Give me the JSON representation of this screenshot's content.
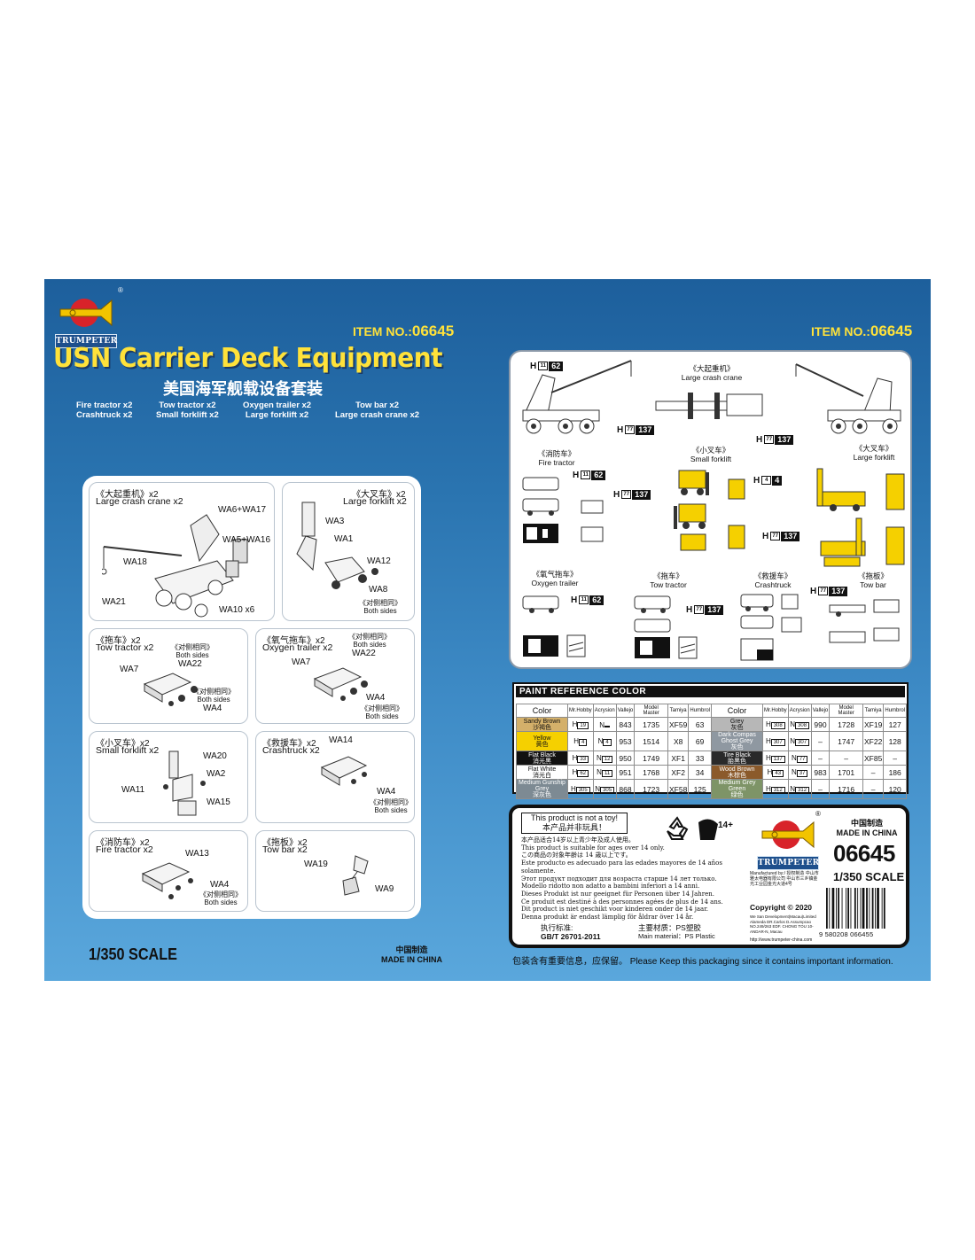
{
  "brand": {
    "name": "TRUMPETER",
    "reg": "®"
  },
  "item": {
    "label": "ITEM NO.:",
    "number": "06645"
  },
  "title": {
    "en": "USN Carrier Deck Equipment",
    "cn": "美国海军舰载设备套装"
  },
  "contents": [
    {
      "line1": "Fire tractor x2",
      "line2": "Crashtruck x2"
    },
    {
      "line1": "Tow tractor x2",
      "line2": "Small forklift x2"
    },
    {
      "line1": "Oxygen trailer x2",
      "line2": "Large forklift x2"
    },
    {
      "line1": "Tow bar x2",
      "line2": "Large crash crane x2"
    }
  ],
  "parts": {
    "crane": {
      "cn": "《大起重机》x2",
      "en": "Large crash crane x2",
      "labels": [
        "WA6+WA17",
        "WA5+WA16",
        "WA18",
        "WA21",
        "WA10 x6"
      ]
    },
    "large_forklift": {
      "cn": "《大叉车》x2",
      "en": "Large forklift x2",
      "labels": [
        "WA3",
        "WA1",
        "WA12",
        "WA8"
      ],
      "note": [
        "《对侧相同》",
        "Both sides"
      ]
    },
    "tow_tractor": {
      "cn": "《拖车》x2",
      "en": "Tow tractor x2",
      "labels": [
        "WA7",
        "WA22",
        "WA4"
      ],
      "note1": [
        "《对侧相同》",
        "Both sides"
      ],
      "note2": [
        "《对侧相同》",
        "Both sides"
      ]
    },
    "oxygen": {
      "cn": "《氧气拖车》x2",
      "en": "Oxygen trailer x2",
      "labels": [
        "WA7",
        "WA22",
        "WA4"
      ],
      "note1": [
        "《对侧相同》",
        "Both sides"
      ],
      "note2": [
        "《对侧相同》",
        "Both sides"
      ]
    },
    "small_forklift": {
      "cn": "《小叉车》x2",
      "en": "Small forklift x2",
      "labels": [
        "WA20",
        "WA2",
        "WA11",
        "WA15"
      ]
    },
    "crashtruck": {
      "cn": "《救援车》x2",
      "en": "Crashtruck x2",
      "labels": [
        "WA14",
        "WA4"
      ],
      "note": [
        "《对侧相同》",
        "Both sides"
      ]
    },
    "fire_tractor": {
      "cn": "《消防车》x2",
      "en": "Fire tractor x2",
      "labels": [
        "WA13",
        "WA4"
      ],
      "note": [
        "《对侧相同》",
        "Both sides"
      ]
    },
    "tow_bar": {
      "cn": "《拖板》x2",
      "en": "Tow bar x2",
      "labels": [
        "WA19",
        "WA9"
      ]
    }
  },
  "scale": "1/350 SCALE",
  "made_in": {
    "cn": "中国制造",
    "en": "MADE IN CHINA"
  },
  "diagram": {
    "crane": {
      "cn": "《大起重机》",
      "en": "Large crash crane"
    },
    "fire": {
      "cn": "《消防车》",
      "en": "Fire tractor"
    },
    "small_fl": {
      "cn": "《小叉车》",
      "en": "Small forklift"
    },
    "large_fl": {
      "cn": "《大叉车》",
      "en": "Large forklift"
    },
    "oxygen": {
      "cn": "《氧气拖车》",
      "en": "Oxygen trailer"
    },
    "tow": {
      "cn": "《拖车》",
      "en": "Tow tractor"
    },
    "crash": {
      "cn": "《救援车》",
      "en": "Crashtruck"
    },
    "towbar": {
      "cn": "《拖板》",
      "en": "Tow bar"
    },
    "codes": {
      "h": "H",
      "c11": "11",
      "c62": "62",
      "c77": "77",
      "c137": "137",
      "c4": "4"
    }
  },
  "paint": {
    "header": "PAINT  REFERENCE COLOR",
    "columns": [
      "Color",
      "Mr.Hobby",
      "Acrysion",
      "Vallejo",
      "Model Master",
      "Tamiya",
      "Humbrol"
    ],
    "left": [
      {
        "name": "Sandy Brown",
        "cn": "沙褐色",
        "color": "#d4b06a",
        "mr": "19",
        "acr": "",
        "val": "843",
        "mm": "1735",
        "tam": "XF59",
        "hum": "63"
      },
      {
        "name": "Yellow",
        "cn": "黄色",
        "color": "#f5d000",
        "mr": "4",
        "acr": "4",
        "val": "953",
        "mm": "1514",
        "tam": "X8",
        "hum": "69"
      },
      {
        "name": "Flat Black",
        "cn": "消光黑",
        "color": "#111111",
        "mr": "33",
        "acr": "12",
        "val": "950",
        "mm": "1749",
        "tam": "XF1",
        "hum": "33"
      },
      {
        "name": "Flat White",
        "cn": "消光白",
        "color": "#ffffff",
        "mr": "62",
        "acr": "11",
        "val": "951",
        "mm": "1768",
        "tam": "XF2",
        "hum": "34"
      },
      {
        "name": "Medium Gunship Grey",
        "cn": "深灰色",
        "color": "#7d8a93",
        "mr": "305",
        "acr": "305",
        "val": "868",
        "mm": "1723",
        "tam": "XF58",
        "hum": "125"
      }
    ],
    "right": [
      {
        "name": "Grey",
        "cn": "灰色",
        "color": "#b7b7b7",
        "mr": "308",
        "acr": "308",
        "val": "990",
        "mm": "1728",
        "tam": "XF19",
        "hum": "127"
      },
      {
        "name": "Dark Compas Ghost Grey",
        "cn": "灰色",
        "color": "#8f98a1",
        "mr": "307",
        "acr": "307",
        "val": "–",
        "mm": "1747",
        "tam": "XF22",
        "hum": "128"
      },
      {
        "name": "Tire Black",
        "cn": "胎黑色",
        "color": "#2a2a2a",
        "mr": "137",
        "acr": "77",
        "val": "–",
        "mm": "–",
        "tam": "XF85",
        "hum": "–"
      },
      {
        "name": "Wood Brown",
        "cn": "木棕色",
        "color": "#8b5a2b",
        "mr": "43",
        "acr": "37",
        "val": "983",
        "mm": "1701",
        "tam": "–",
        "hum": "186"
      },
      {
        "name": "Medium Grey Green",
        "cn": "绿色",
        "color": "#7e9467",
        "mr": "312",
        "acr": "312",
        "val": "–",
        "mm": "1716",
        "tam": "–",
        "hum": "120"
      }
    ],
    "h": "H",
    "n": "N"
  },
  "warning": {
    "toy_en": "This product is not a toy!",
    "toy_cn": "本产品并非玩具！",
    "age": "14+",
    "lines": [
      "本产品适合14岁以上青少年及成人使用。",
      "This product is suitable for ages over 14 only.",
      "この商品の対象年齢は 14 歳以上です。",
      "Este producto es adecuado para las edades mayores de 14 años solamente.",
      "Этот продукт подходит для возраста старше 14 лет только.",
      "Modello ridotto non adatto a bambini inferiori a 14 anni.",
      "Dieses Produkt  ist nur geeignet für Personen über 14 Jahren.",
      "Ce produit est destiné à des personnes agées de plus de 14 ans.",
      "Dit product is niet geschikt voor kinderen onder de 14 jaar.",
      "Denna produkt är endast lämplig för åldrar över 14 år."
    ],
    "std_label": "执行标准:",
    "std": "GB/T 26701-2011",
    "mat_label": "主要材质：PS塑胶",
    "mat_en": "Main material：PS Plastic",
    "mfr": "Manufactured by:/ 授权制造 中山市雅太电器有限公司 中山市三乡镇金光工业园金光大道4号",
    "copyright": "Copyright © 2020",
    "addr": "We San Development(Macau)Limited Alameda DR.Carlos D.Assumpcao NO.249/263 EDF. CHONG TOU 10-ANDAR-N, Macau",
    "web": "http://www.trumpeter-china.com",
    "barcode": "9 580208 066455"
  },
  "keep_note": "包装含有重要信息，应保留。 Please Keep this packaging since it contains important information."
}
